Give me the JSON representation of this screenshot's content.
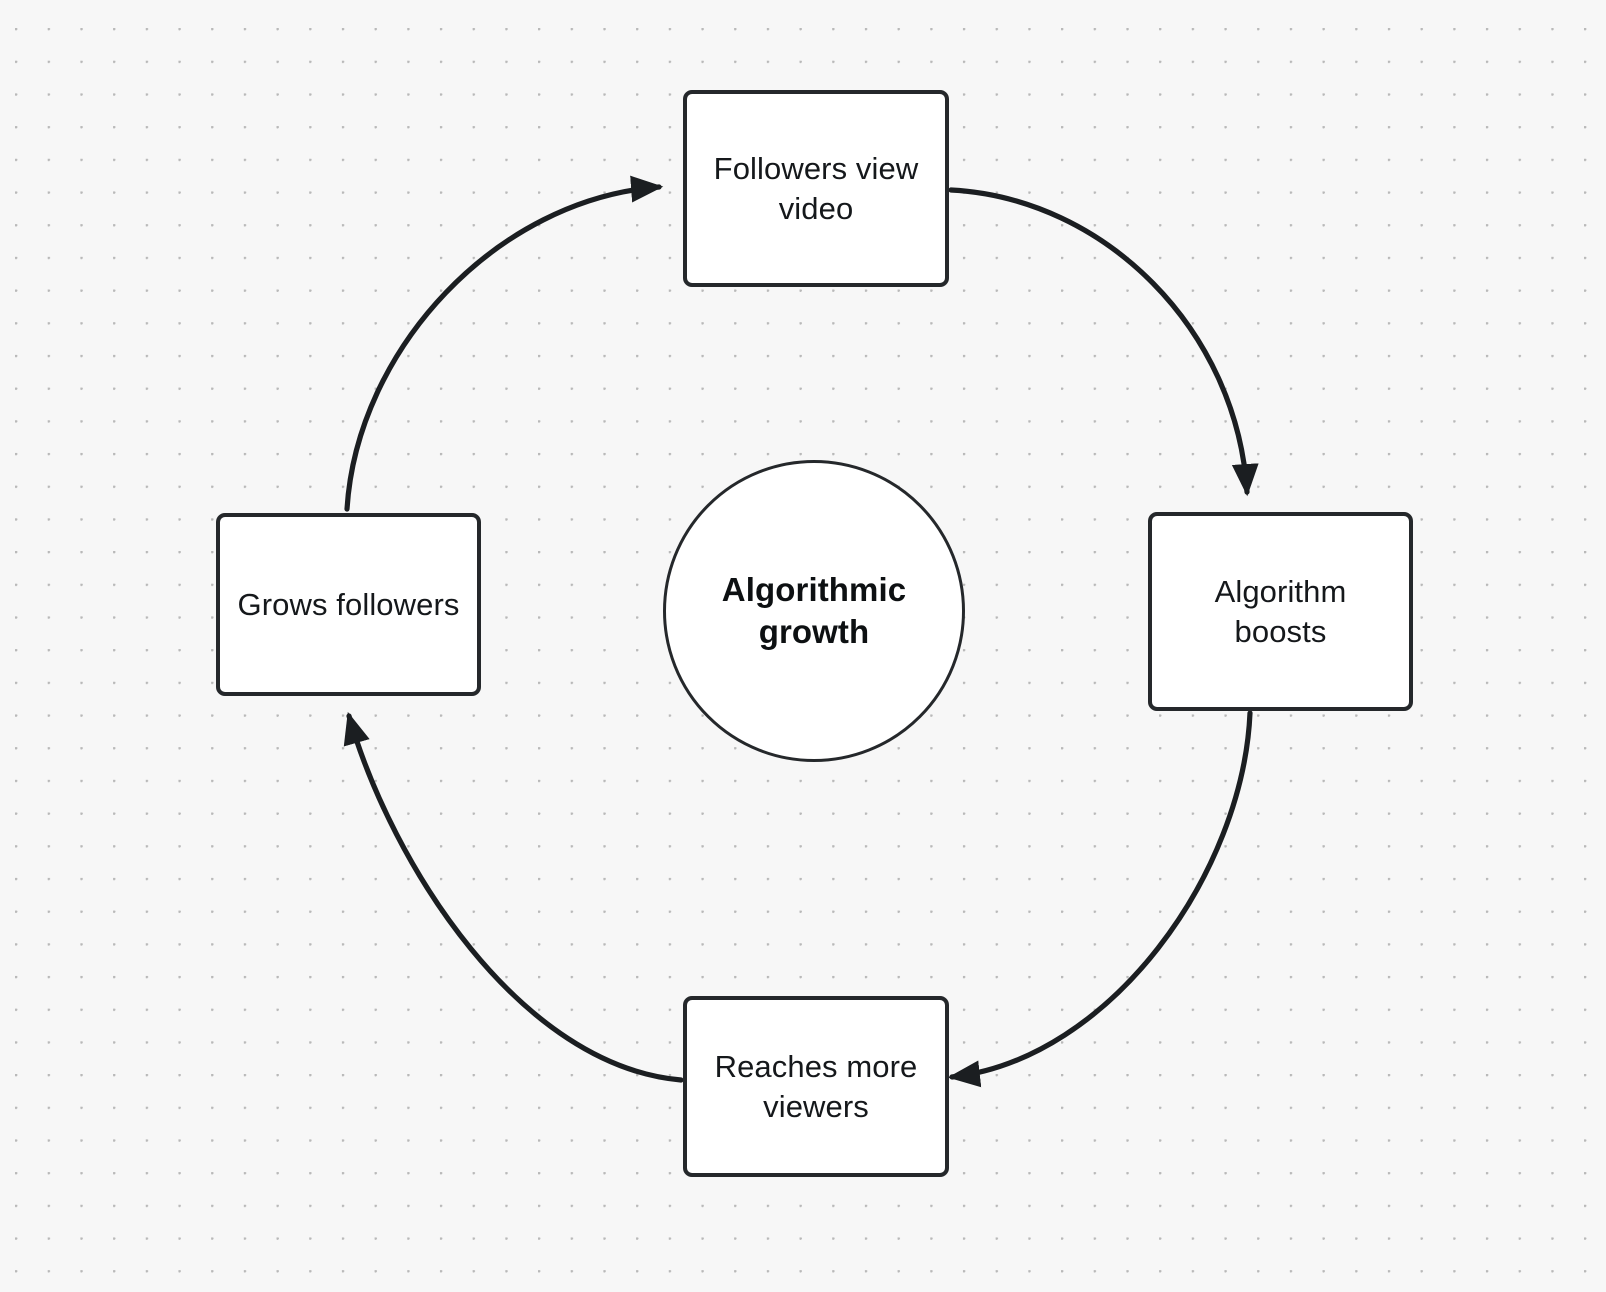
{
  "diagram": {
    "type": "cycle-diagram",
    "title": "Algorithmic growth",
    "background_color": "#f7f7f7",
    "dot_color": "#b9b9b9",
    "stroke_color": "#25282b",
    "node_fill": "#ffffff",
    "center": {
      "label": "Algorithmic growth",
      "shape": "circle"
    },
    "nodes": [
      {
        "id": "top",
        "label": "Followers view video",
        "position": "top"
      },
      {
        "id": "right",
        "label": "Algorithm boosts",
        "position": "right"
      },
      {
        "id": "bottom",
        "label": "Reaches more viewers",
        "position": "bottom"
      },
      {
        "id": "left",
        "label": "Grows followers",
        "position": "left"
      }
    ],
    "edges": [
      {
        "id": "edge-top-right",
        "from": "Followers view video",
        "to": "Algorithm boosts",
        "style": "curved-arrow",
        "direction": "clockwise"
      },
      {
        "id": "edge-right-bottom",
        "from": "Algorithm boosts",
        "to": "Reaches more viewers",
        "style": "curved-arrow",
        "direction": "clockwise"
      },
      {
        "id": "edge-bottom-left",
        "from": "Reaches more viewers",
        "to": "Grows followers",
        "style": "curved-arrow",
        "direction": "clockwise"
      },
      {
        "id": "edge-left-top",
        "from": "Grows followers",
        "to": "Followers view video",
        "style": "curved-arrow",
        "direction": "clockwise"
      }
    ]
  }
}
